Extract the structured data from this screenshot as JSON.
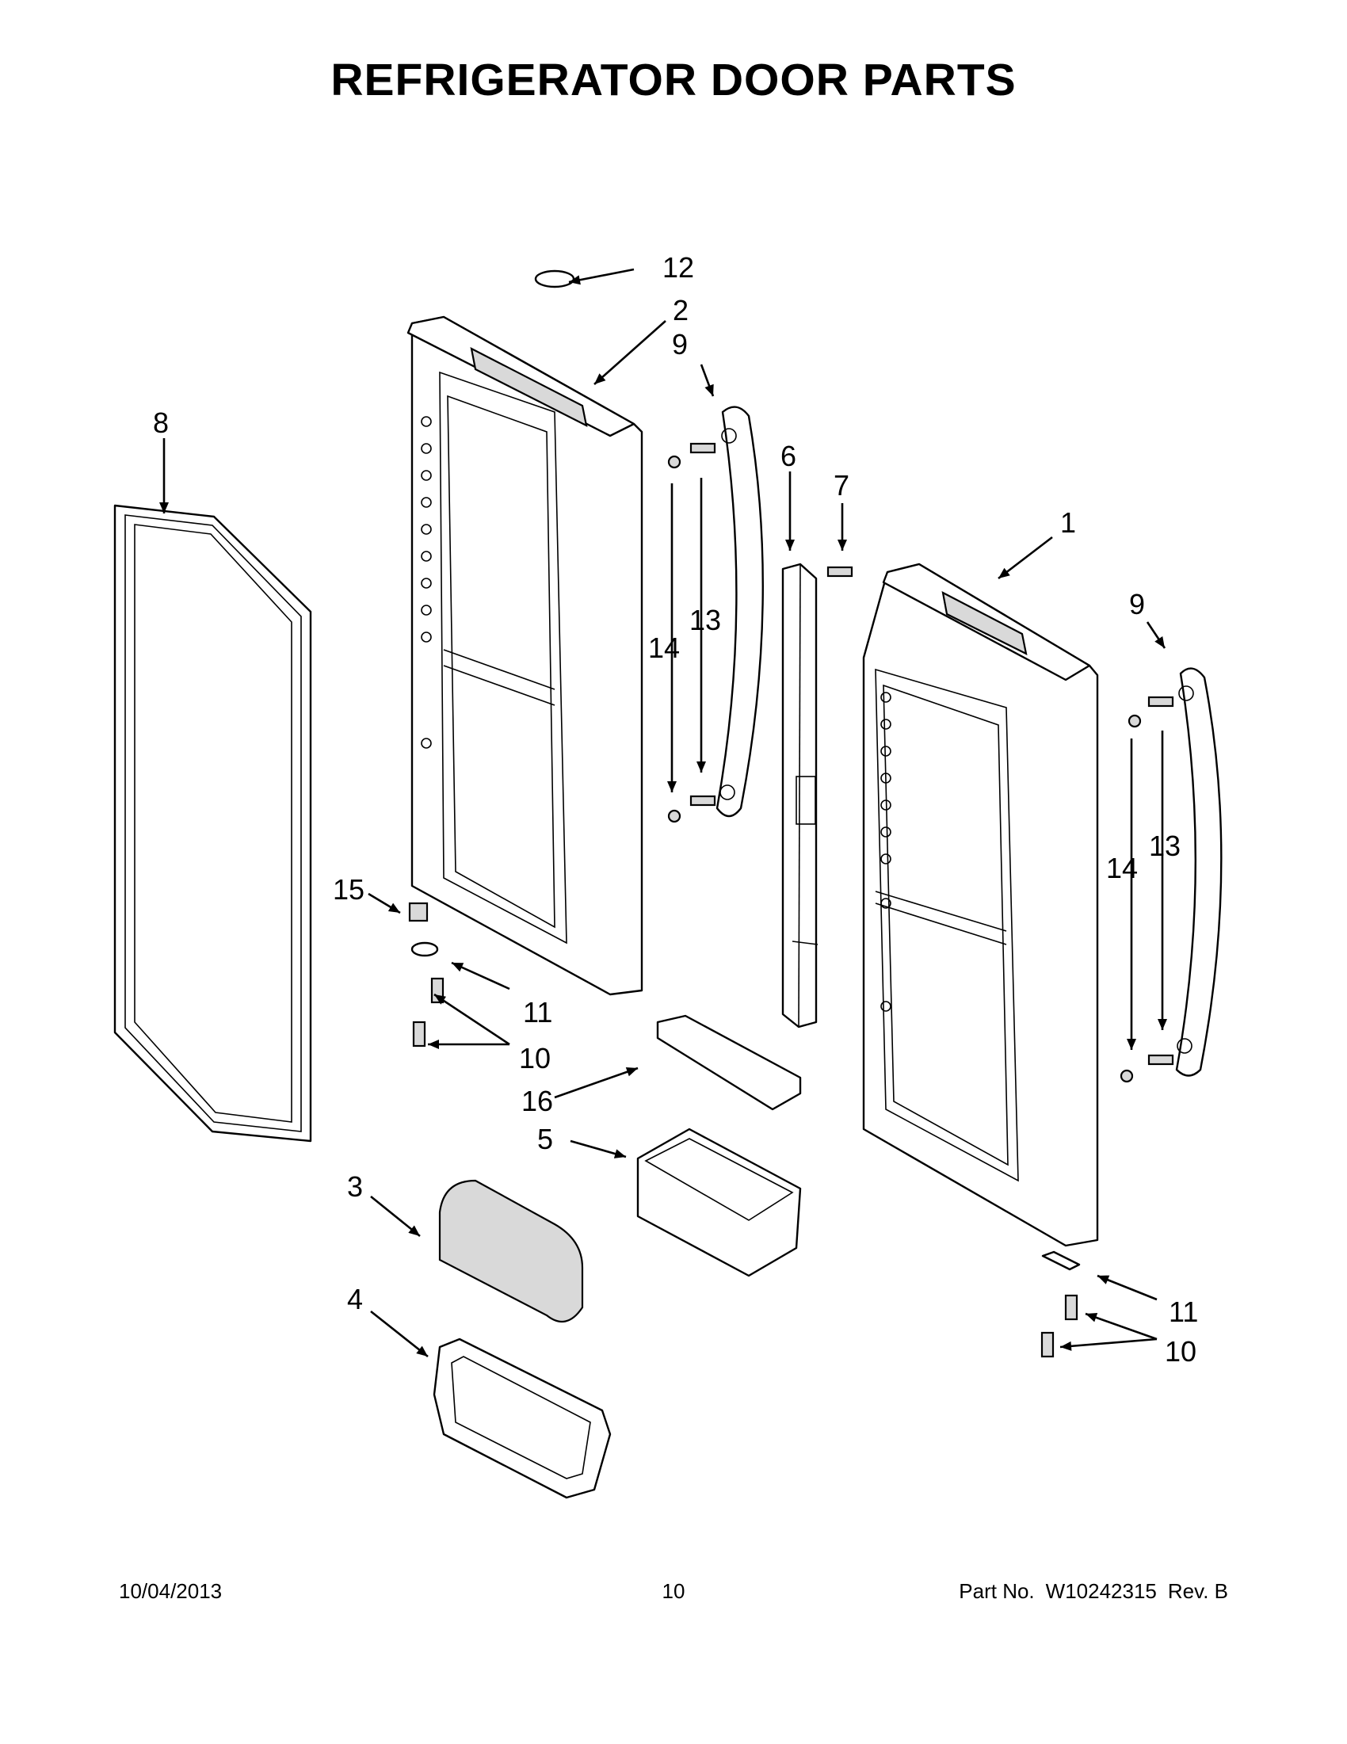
{
  "title": "REFRIGERATOR DOOR PARTS",
  "callouts": [
    {
      "key": "c12",
      "label": "12"
    },
    {
      "key": "c2",
      "label": "2"
    },
    {
      "key": "c9a",
      "label": "9"
    },
    {
      "key": "c8",
      "label": "8"
    },
    {
      "key": "c6",
      "label": "6"
    },
    {
      "key": "c7",
      "label": "7"
    },
    {
      "key": "c1",
      "label": "1"
    },
    {
      "key": "c9b",
      "label": "9"
    },
    {
      "key": "c13a",
      "label": "13"
    },
    {
      "key": "c14a",
      "label": "14"
    },
    {
      "key": "c15",
      "label": "15"
    },
    {
      "key": "c11a",
      "label": "11"
    },
    {
      "key": "c10a",
      "label": "10"
    },
    {
      "key": "c16",
      "label": "16"
    },
    {
      "key": "c5",
      "label": "5"
    },
    {
      "key": "c3",
      "label": "3"
    },
    {
      "key": "c4",
      "label": "4"
    },
    {
      "key": "c13b",
      "label": "13"
    },
    {
      "key": "c14b",
      "label": "14"
    },
    {
      "key": "c11b",
      "label": "11"
    },
    {
      "key": "c10b",
      "label": "10"
    }
  ],
  "footer": {
    "date": "10/04/2013",
    "page": "10",
    "part_label": "Part No.",
    "part_number": "W10242315",
    "revision": "Rev.  B"
  }
}
